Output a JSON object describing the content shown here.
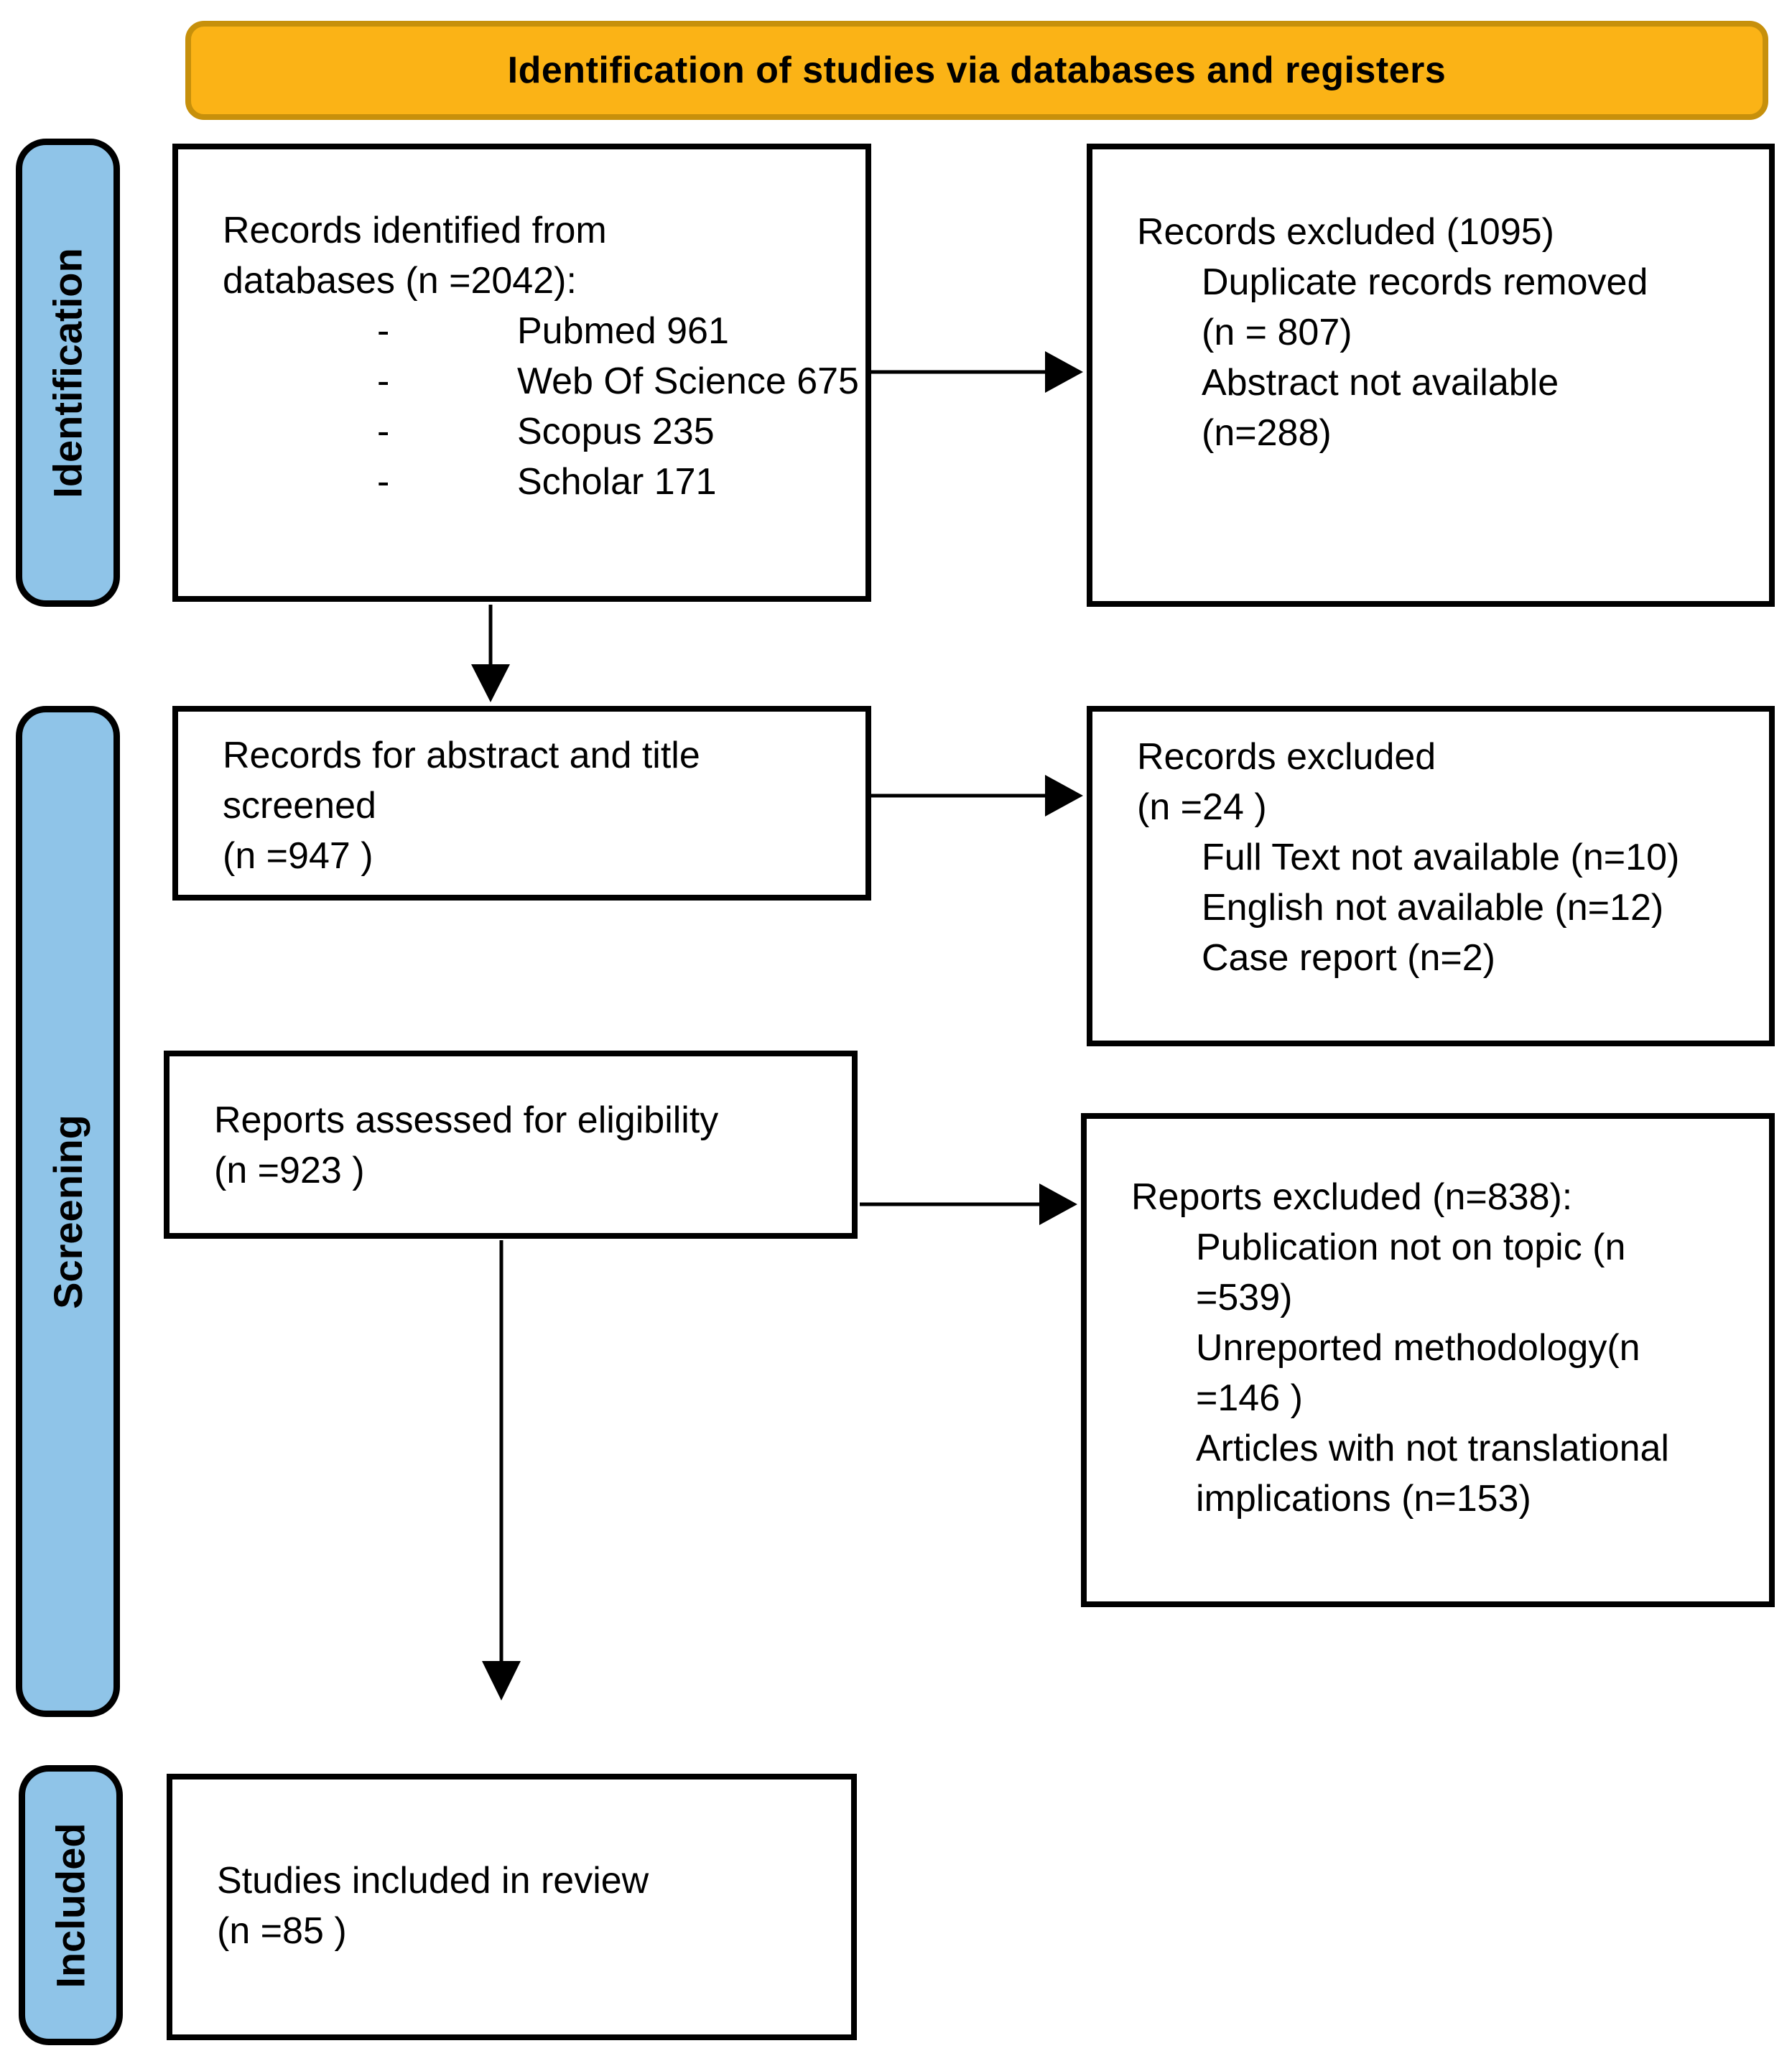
{
  "header": {
    "title": "Identification of studies via databases and registers"
  },
  "sidebar": {
    "items": [
      {
        "label": "Identification"
      },
      {
        "label": "Screening"
      },
      {
        "label": "Included"
      }
    ]
  },
  "boxes": {
    "identified": {
      "intro_lines": [
        "Records identified from",
        "databases (n =2042):"
      ],
      "bullet_char": "-",
      "items": [
        {
          "label": "Pubmed 961"
        },
        {
          "label": "Web Of Science 675"
        },
        {
          "label": "Scopus 235"
        },
        {
          "label": "Scholar 171"
        }
      ]
    },
    "records_excluded_1": {
      "lines": [
        {
          "text": "Records excluded (1095)",
          "indent": 0
        },
        {
          "text": "Duplicate records removed",
          "indent": 1
        },
        {
          "text": "(n = 807)",
          "indent": 1
        },
        {
          "text": "Abstract not available",
          "indent": 1
        },
        {
          "text": "(n=288)",
          "indent": 1
        }
      ]
    },
    "abstract_screened": {
      "lines": [
        {
          "text": "Records for abstract and title",
          "indent": 0
        },
        {
          "text": "screened",
          "indent": 0
        },
        {
          "text": "(n =947 )",
          "indent": 0
        }
      ]
    },
    "records_excluded_2": {
      "lines": [
        {
          "text": "Records excluded",
          "indent": 0
        },
        {
          "text": "(n =24 )",
          "indent": 0
        },
        {
          "text": "Full Text not available (n=10)",
          "indent": 1
        },
        {
          "text": "English not available (n=12)",
          "indent": 1
        },
        {
          "text": "Case report (n=2)",
          "indent": 1
        }
      ]
    },
    "reports_assessed": {
      "lines": [
        {
          "text": "Reports assessed for eligibility",
          "indent": 0
        },
        {
          "text": "(n =923 )",
          "indent": 0
        }
      ]
    },
    "reports_excluded": {
      "lines": [
        {
          "text": "Reports excluded (n=838):",
          "indent": 0
        },
        {
          "text": "Publication not on topic (n",
          "indent": 1
        },
        {
          "text": "=539)",
          "indent": 1
        },
        {
          "text": "Unreported methodology(n",
          "indent": 1
        },
        {
          "text": "=146 )",
          "indent": 1
        },
        {
          "text": "Articles with not translational",
          "indent": 1
        },
        {
          "text": "implications (n=153)",
          "indent": 1
        }
      ]
    },
    "studies_included": {
      "lines": [
        {
          "text": "Studies included in review",
          "indent": 0
        },
        {
          "text": "(n =85 )",
          "indent": 0
        }
      ]
    }
  },
  "colors": {
    "banner_fill": "#FBB316",
    "banner_border": "#C7900B",
    "stage_fill": "#8FC4E8",
    "box_border": "#000000",
    "arrow": "#000000",
    "text": "#000000"
  }
}
